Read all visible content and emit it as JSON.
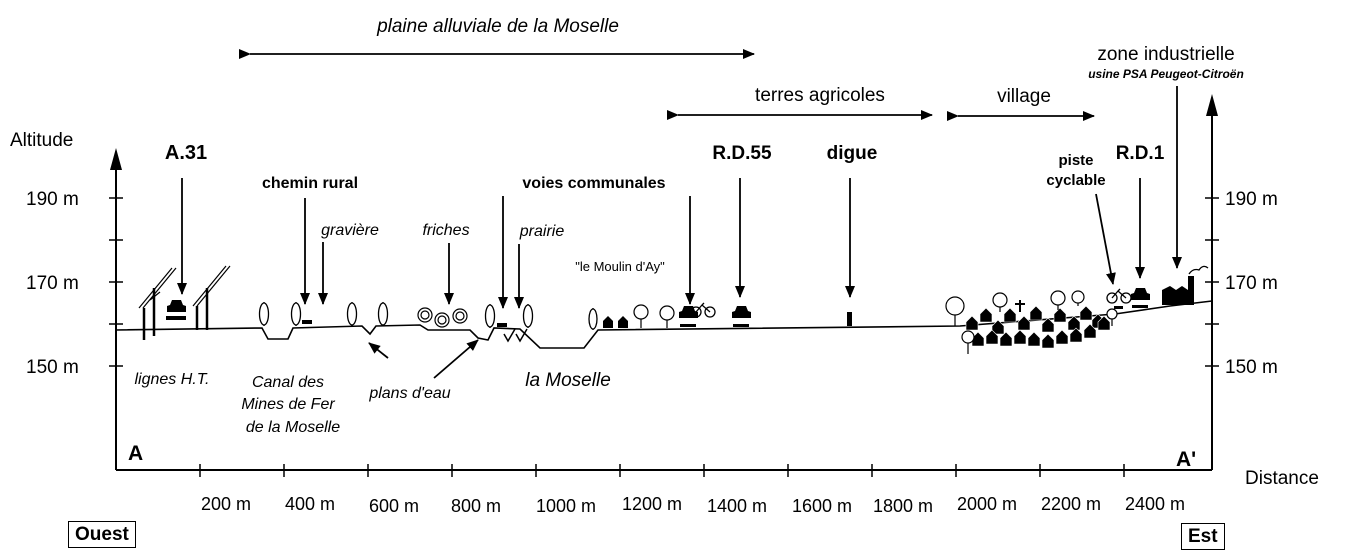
{
  "header": {
    "plain": "plaine alluviale de la Moselle",
    "agri": "terres agricoles",
    "village": "village",
    "zone_title": "zone industrielle",
    "zone_sub": "usine PSA Peugeot-Citroën"
  },
  "axes": {
    "y_title": "Altitude",
    "x_title": "Distance",
    "y_ticks": [
      "190 m",
      "170 m",
      "150 m"
    ],
    "y_ticks_right": [
      "190 m",
      "170 m",
      "150 m"
    ],
    "x_ticks": [
      "200 m",
      "400 m",
      "600 m",
      "800 m",
      "1000 m",
      "1200 m",
      "1400 m",
      "1600 m",
      "1800 m",
      "2000 m",
      "2200 m",
      "2400 m"
    ]
  },
  "points": {
    "start": "A",
    "end": "A'"
  },
  "orientation": {
    "west": "Ouest",
    "east": "Est"
  },
  "labels": {
    "a31": "A.31",
    "chemin": "chemin rural",
    "graviere": "gravière",
    "friches": "friches",
    "voies": "voies communales",
    "prairie": "prairie",
    "rd55": "R.D.55",
    "digue": "digue",
    "piste1": "piste",
    "piste2": "cyclable",
    "rd1": "R.D.1",
    "moulin": "\"le Moulin d'Ay\"",
    "lignes": "lignes H.T.",
    "canal1": "Canal des",
    "canal2": "Mines de Fer",
    "canal3": "de la Moselle",
    "plans": "plans d'eau",
    "moselle": "la Moselle"
  }
}
